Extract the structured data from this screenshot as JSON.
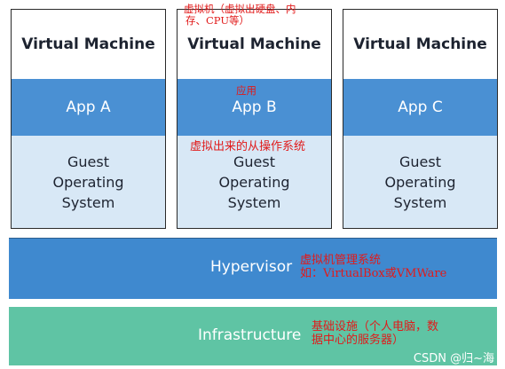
{
  "virtual_machines": [
    {
      "title": "Virtual Machine",
      "app": "App A",
      "guest_os": [
        "Guest",
        "Operating",
        "System"
      ]
    },
    {
      "title": "Virtual Machine",
      "app": "App B",
      "guest_os": [
        "Guest",
        "Operating",
        "System"
      ]
    },
    {
      "title": "Virtual Machine",
      "app": "App C",
      "guest_os": [
        "Guest",
        "Operating",
        "System"
      ]
    }
  ],
  "hypervisor": {
    "label": "Hypervisor"
  },
  "infrastructure": {
    "label": "Infrastructure"
  },
  "annotations": {
    "vm_line1": "虚拟机（虚拟出硬盘、内",
    "vm_line2": "存、CPU等）",
    "app": "应用",
    "guest_os": "虚拟出来的从操作系统",
    "hypervisor_line1": "虚拟机管理系统",
    "hypervisor_line2": "如：VirtualBox或VMWare",
    "infra_line1": "基础设施（个人电脑，数",
    "infra_line2": "据中心的服务器）"
  },
  "watermark": "CSDN @归~海",
  "colors": {
    "app": "#4a90d3",
    "guest": "#d8e8f6",
    "hypervisor": "#3f89cf",
    "infrastructure": "#5fc4a4",
    "annotation": "#e11a1a"
  }
}
